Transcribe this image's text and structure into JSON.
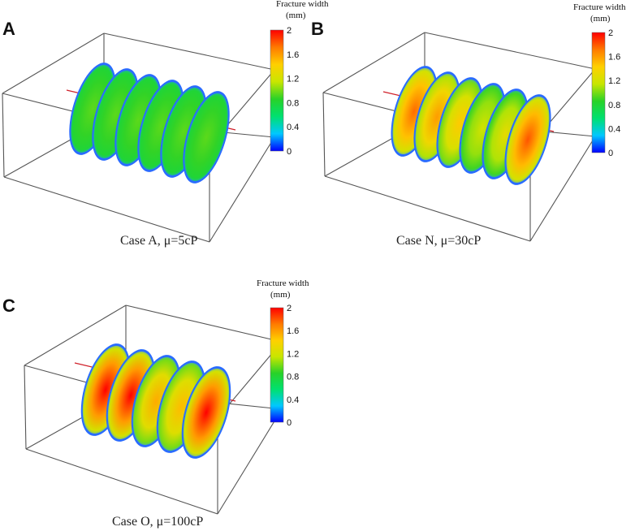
{
  "colorbar": {
    "title_line1": "Fracture width",
    "title_line2": "(mm)",
    "ticks": [
      "2",
      "1.6",
      "1.2",
      "0.8",
      "0.4",
      "0"
    ],
    "min": 0,
    "max": 2,
    "stops": [
      "#0000ff",
      "#00c8ff",
      "#00e070",
      "#28d228",
      "#c8e600",
      "#ffd000",
      "#ff7a00",
      "#ff0000"
    ]
  },
  "panels": [
    {
      "letter": "A",
      "caption": "Case A,  μ=5cP",
      "fractures": [
        {
          "center": 0.95,
          "edge": 0.8
        },
        {
          "center": 0.95,
          "edge": 0.8
        },
        {
          "center": 0.95,
          "edge": 0.8
        },
        {
          "center": 0.95,
          "edge": 0.8
        },
        {
          "center": 0.95,
          "edge": 0.8
        },
        {
          "center": 0.95,
          "edge": 0.8
        }
      ]
    },
    {
      "letter": "B",
      "caption": "Case N,  μ=30cP",
      "fractures": [
        {
          "center": 1.75,
          "edge": 1.2
        },
        {
          "center": 1.6,
          "edge": 1.1
        },
        {
          "center": 1.45,
          "edge": 1.0
        },
        {
          "center": 1.2,
          "edge": 0.9
        },
        {
          "center": 1.3,
          "edge": 0.9
        },
        {
          "center": 1.8,
          "edge": 1.2
        }
      ]
    },
    {
      "letter": "C",
      "caption": "Case O,  μ=100cP",
      "fractures": [
        {
          "center": 2.0,
          "edge": 1.2
        },
        {
          "center": 2.0,
          "edge": 1.2
        },
        {
          "center": 1.55,
          "edge": 1.0
        },
        {
          "center": 1.5,
          "edge": 1.0
        },
        {
          "center": 2.0,
          "edge": 1.2
        }
      ]
    }
  ]
}
